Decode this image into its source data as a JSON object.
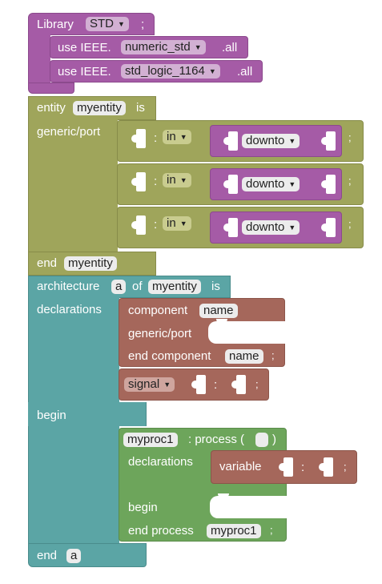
{
  "colors": {
    "library": "#a55ba6",
    "library_dark": "#8c4a8d",
    "entity": "#9fa55b",
    "entity_dark": "#878c4a",
    "architecture": "#5ba5a5",
    "architecture_dark": "#4a8c8c",
    "component": "#a5675b",
    "component_dark": "#8c554a",
    "process": "#6da55b",
    "process_dark": "#5a8c4a",
    "dropdown_entity": "#c9cc8f",
    "dropdown_library": "#d2b0d3",
    "dropdown_component": "#cfa59e"
  },
  "library_block": {
    "keyword": "Library",
    "lib_value": "STD",
    "semicolon": ";",
    "uses": [
      {
        "keyword": "use IEEE.",
        "package": "numeric_std",
        "suffix": ".all"
      },
      {
        "keyword": "use IEEE.",
        "package": "std_logic_1164",
        "suffix": ".all"
      }
    ]
  },
  "entity_block": {
    "keyword": "entity",
    "name": "myentity",
    "is_keyword": "is",
    "generic_port_label": "generic/port",
    "colon": ":",
    "ports": [
      {
        "direction": "in",
        "range": "downto",
        "semicolon": ";"
      },
      {
        "direction": "in",
        "range": "downto",
        "semicolon": ";"
      },
      {
        "direction": "in",
        "range": "downto",
        "semicolon": ";"
      }
    ],
    "end_keyword": "end",
    "end_name": "myentity"
  },
  "architecture_block": {
    "keyword": "architecture",
    "name": "a",
    "of_keyword": "of",
    "entity_name": "myentity",
    "is_keyword": "is",
    "declarations_label": "declarations",
    "begin_label": "begin",
    "end_keyword": "end",
    "end_name": "a",
    "component": {
      "keyword": "component",
      "name": "name",
      "generic_port_label": "generic/port",
      "end_keyword": "end component",
      "end_name": "name",
      "semicolon": ";"
    },
    "signal": {
      "keyword": "signal",
      "colon": ":",
      "semicolon": ";"
    },
    "process": {
      "name": "myproc1",
      "keyword": ": process (",
      "close_paren": ")",
      "declarations_label": "declarations",
      "begin_label": "begin",
      "end_keyword": "end process",
      "end_name": "myproc1",
      "semicolon": ";",
      "variable": {
        "keyword": "variable",
        "colon": ":",
        "semicolon": ";"
      }
    }
  }
}
